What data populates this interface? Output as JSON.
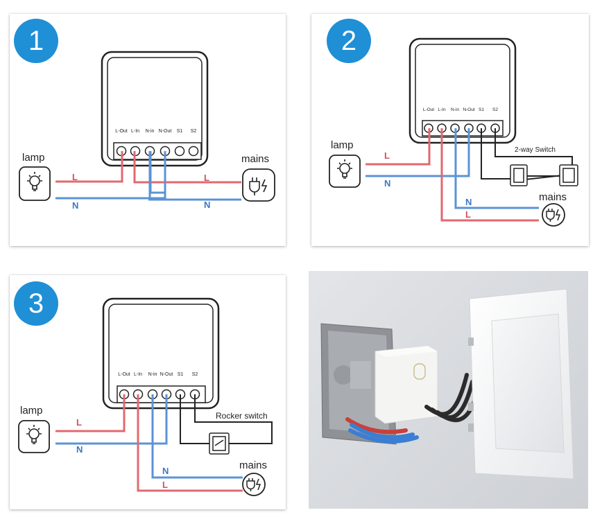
{
  "colors": {
    "live_wire": "#e2686f",
    "neutral_wire": "#5a93d6",
    "switch_wire": "#222222",
    "badge": "#1f8fd6"
  },
  "terminals": [
    "L-Out",
    "L-In",
    "N-in",
    "N-Out",
    "S1",
    "S2"
  ],
  "icons": {
    "lamp": "lightbulb-icon",
    "mains": "plug-icon"
  },
  "diagrams": [
    {
      "badge": "1",
      "lamp_label": "lamp",
      "mains_label": "mains",
      "wire_labels": {
        "lamp_live": "L",
        "lamp_neutral": "N",
        "mains_live": "L",
        "mains_neutral": "N"
      }
    },
    {
      "badge": "2",
      "lamp_label": "lamp",
      "mains_label": "mains",
      "switch_label": "2-way Switch",
      "wire_labels": {
        "lamp_live": "L",
        "lamp_neutral": "N",
        "mains_neutral": "N",
        "mains_live": "L"
      }
    },
    {
      "badge": "3",
      "lamp_label": "lamp",
      "mains_label": "mains",
      "switch_label": "Rocker switch",
      "wire_labels": {
        "lamp_live": "L",
        "lamp_neutral": "N",
        "mains_neutral": "N",
        "mains_live": "L"
      }
    }
  ]
}
